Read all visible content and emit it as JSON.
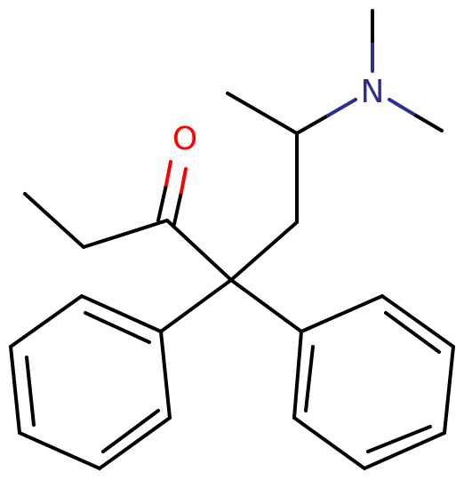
{
  "diagram": {
    "type": "skeletal-formula",
    "atoms": [
      {
        "id": "O",
        "symbol": "O",
        "color": "#ff0000"
      },
      {
        "id": "N",
        "symbol": "N",
        "color": "#2e2e8f"
      }
    ],
    "colors": {
      "bond": "#000000",
      "oxygen": "#ff0000",
      "nitrogen": "#2e2e8f",
      "background": "#ffffff"
    }
  }
}
